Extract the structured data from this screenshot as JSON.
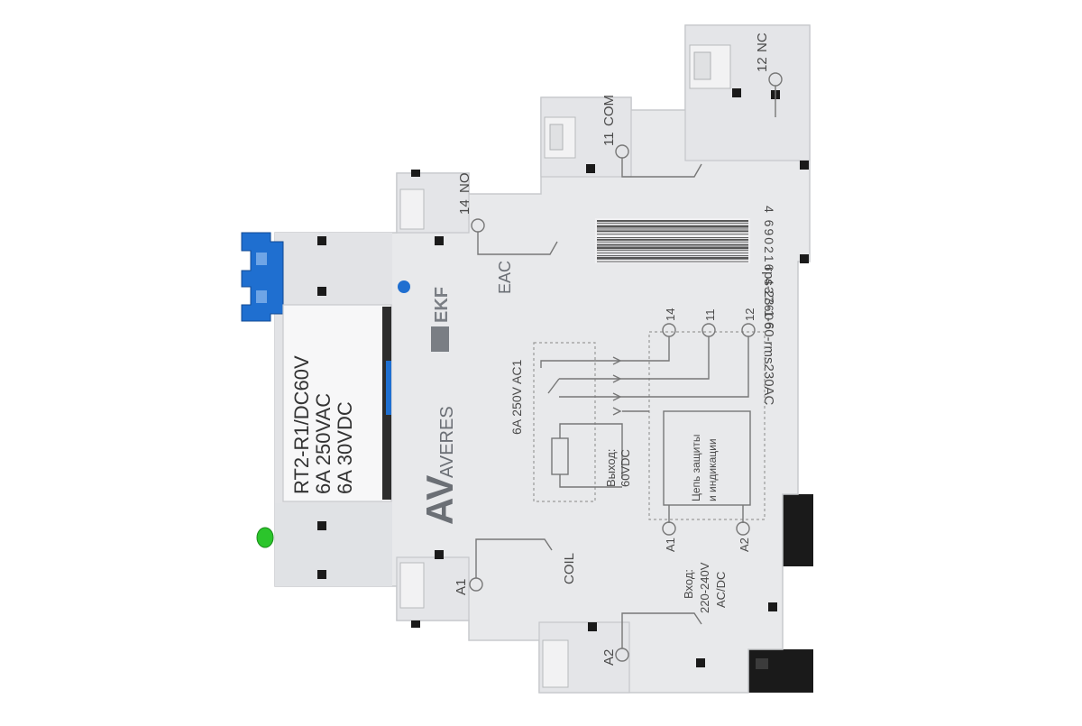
{
  "product": {
    "relay_label": {
      "line1": "RT2-R1/DC60V",
      "line2": "6A  250VAC",
      "line3": "6A  30VDC"
    },
    "brand": {
      "mark": "AV",
      "name": "AVERES",
      "manufacturer": "EKF",
      "certification": "EAC"
    },
    "model": "rps-23-1-60-rms230AC",
    "barcode_digits": "4 690216 437606",
    "rating": "6A 250V AC1",
    "terminals": {
      "t14": "14",
      "no": "NO",
      "t11": "11",
      "com": "COM",
      "t12": "12",
      "nc": "NC",
      "a1": "A1",
      "a2": "A2",
      "coil": "COIL"
    },
    "schematic": {
      "pin14": "14",
      "pin11": "11",
      "pin12": "12",
      "output_line1": "Выход:",
      "output_line2": "60VDC",
      "protection_line1": "Цепь защиты",
      "protection_line2": "и индикации",
      "a1": "A1",
      "a2": "A2",
      "input_line1": "Вход:",
      "input_line2": "220-240V",
      "input_line3": "AC/DC"
    }
  },
  "colors": {
    "housing": "#e8e9eb",
    "housing_shadow": "#d2d4d7",
    "relay_lever": "#1f6fd0",
    "indicator_led": "#2bc52b",
    "print": "#4a4a4a",
    "din_clip": "#1a1a1a"
  }
}
